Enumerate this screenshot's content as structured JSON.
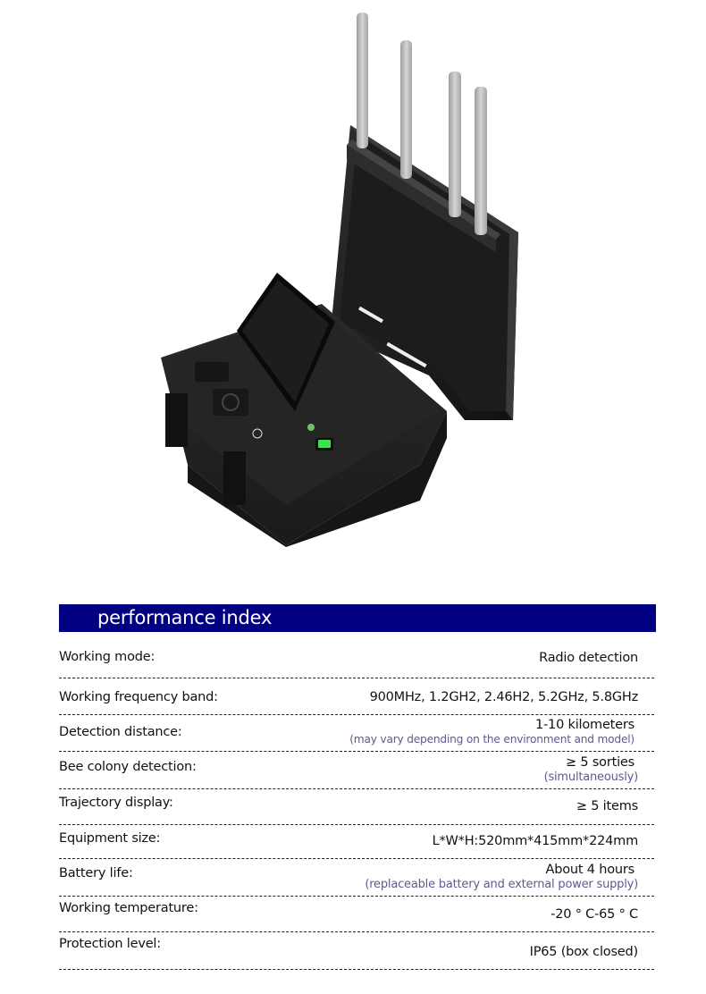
{
  "product_image": {
    "alt": "Portable radio detection case with four antennas and tablet display",
    "colors": {
      "case_body": "#2a2a2a",
      "case_dark": "#151515",
      "antenna": "#b9b9b9",
      "indicator": "#3fe04f"
    }
  },
  "section": {
    "title": "performance index",
    "header_color": "#000080"
  },
  "specs": [
    {
      "label": "Working mode:",
      "value": "Radio detection",
      "note": ""
    },
    {
      "label": "Working frequency band:",
      "value": "900MHz, 1.2GH2, 2.46H2, 5.2GHz, 5.8GHz",
      "note": ""
    },
    {
      "label": "Detection distance:",
      "value": "1-10 kilometers",
      "note": "(may vary depending on the environment and model)"
    },
    {
      "label": "Bee colony detection:",
      "value": "≥ 5 sorties",
      "note": "(simultaneously)"
    },
    {
      "label": "Trajectory display:",
      "value": "≥ 5 items",
      "note": ""
    },
    {
      "label": "Equipment size:",
      "value": "L*W*H:520mm*415mm*224mm",
      "note": ""
    },
    {
      "label": "Battery life:",
      "value": "About 4 hours",
      "note": "(replaceable battery and external power supply)"
    },
    {
      "label": "Working temperature:",
      "value": "-20 ° C-65 ° C",
      "note": ""
    },
    {
      "label": "Protection level:",
      "value": "IP65 (box closed)",
      "note": ""
    }
  ]
}
